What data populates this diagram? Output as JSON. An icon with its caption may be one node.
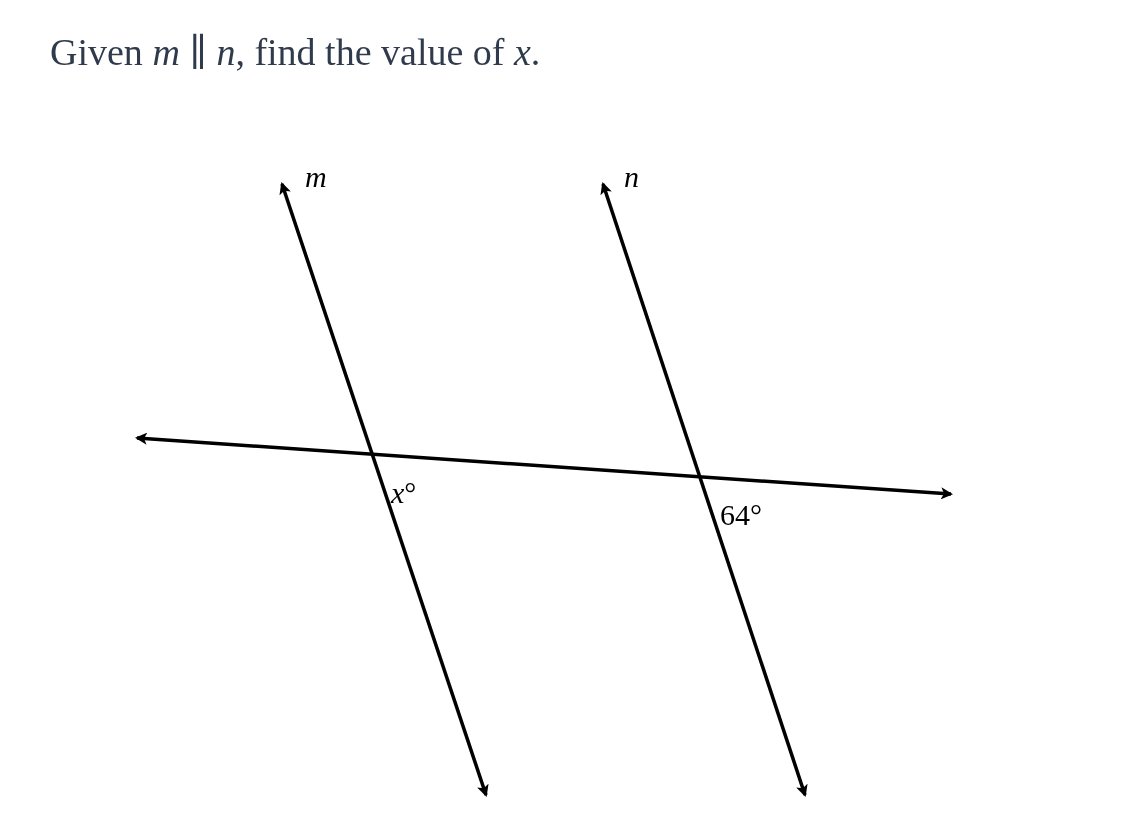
{
  "diagram": {
    "title": "Given *m* ∥ *n*, find the value of *x*.",
    "labels": [
      "*m*",
      "*n*",
      "*x*°",
      "64°"
    ]
  }
}
